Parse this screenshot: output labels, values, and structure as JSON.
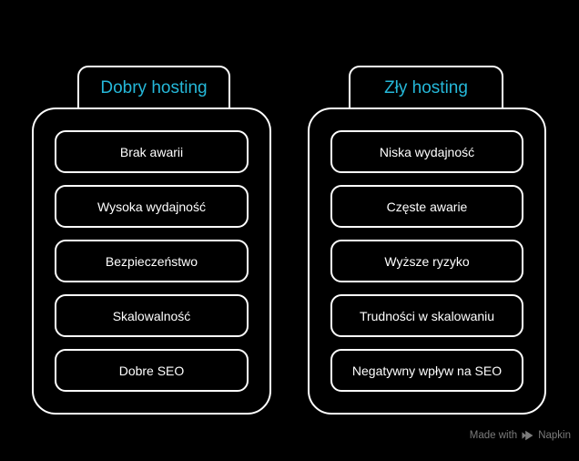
{
  "diagram": {
    "columns": [
      {
        "title": "Dobry hosting",
        "items": [
          "Brak awarii",
          "Wysoka wydajność",
          "Bezpieczeństwo",
          "Skalowalność",
          "Dobre SEO"
        ]
      },
      {
        "title": "Zły hosting",
        "items": [
          "Niska wydajność",
          "Częste awarie",
          "Wyższe ryzyko",
          "Trudności w skalowaniu",
          "Negatywny wpływ na SEO"
        ]
      }
    ],
    "colors": {
      "background": "#000000",
      "border": "#ffffff",
      "title_accent": "#25b8d9",
      "item_text": "#ffffff",
      "watermark_text": "#7b7b7b"
    }
  },
  "watermark": {
    "prefix": "Made with",
    "brand": "Napkin"
  }
}
